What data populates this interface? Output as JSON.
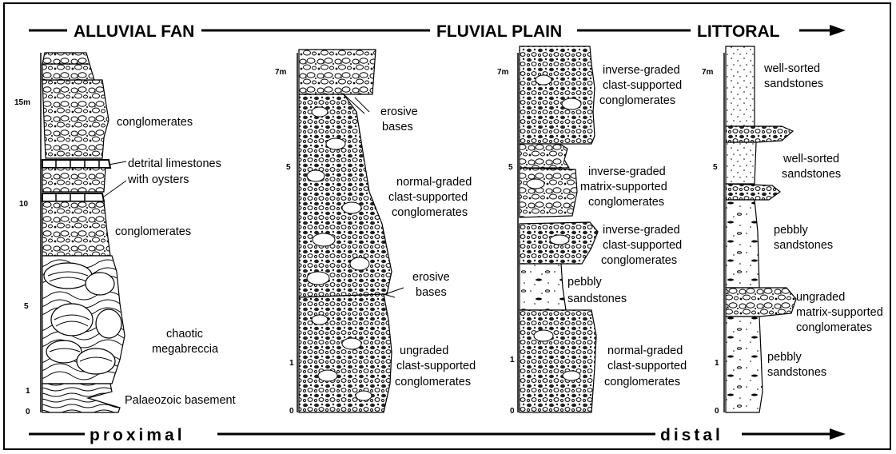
{
  "header": {
    "alluvial_fan": "ALLUVIAL FAN",
    "fluvial_plain": "FLUVIAL PLAIN",
    "littoral": "LITTORAL"
  },
  "footer": {
    "proximal": "proximal",
    "distal": "distal"
  },
  "columns": [
    {
      "ticks": [
        "15m",
        "10",
        "5",
        "1",
        "0"
      ],
      "labels": [
        "conglomerates",
        "detrital limestones",
        "with oysters",
        "conglomerates",
        "chaotic",
        "megabreccia",
        "Palaeozoic basement"
      ]
    },
    {
      "ticks": [
        "7m",
        "5",
        "1",
        "0"
      ],
      "labels": [
        "erosive",
        "bases",
        "normal-graded",
        "clast-supported",
        "conglomerates",
        "erosive",
        "bases",
        "ungraded",
        "clast-supported",
        "conglomerates"
      ]
    },
    {
      "ticks": [
        "7m",
        "5",
        "1",
        "0"
      ],
      "labels": [
        "inverse-graded",
        "clast-supported",
        "conglomerates",
        "inverse-graded",
        "matrix-supported",
        "conglomerates",
        "inverse-graded",
        "clast-supported",
        "conglomerates",
        "pebbly",
        "sandstones",
        "normal-graded",
        "clast-supported",
        "conglomerates"
      ]
    },
    {
      "ticks": [
        "7m",
        "5",
        "1",
        "0"
      ],
      "labels": [
        "well-sorted",
        "sandstones",
        "well-sorted",
        "sandstones",
        "pebbly",
        "sandstones",
        "ungraded",
        "matrix-supported",
        "conglomerates",
        "pebbly",
        "sandstones"
      ]
    }
  ]
}
